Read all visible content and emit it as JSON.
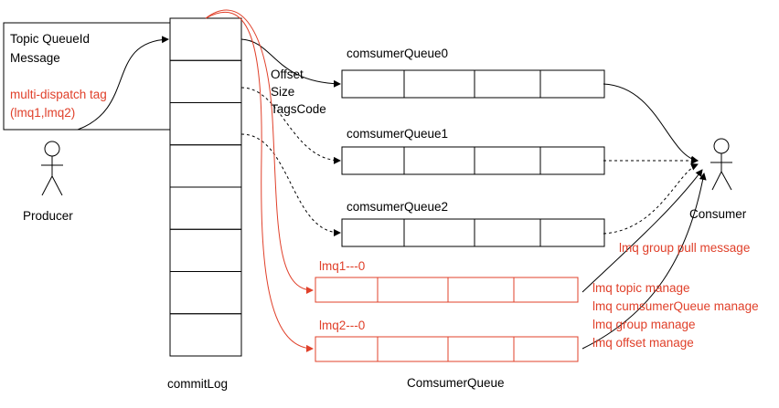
{
  "producer": {
    "label": "Producer",
    "message_box": {
      "line1": "Topic QueueId",
      "line2": "Message",
      "tag_line1": "multi-dispatch tag",
      "tag_line2": "(lmq1,lmq2)"
    }
  },
  "commitlog": {
    "label": "commitLog",
    "cells": 8
  },
  "index_fields": [
    "Offset",
    "Size",
    "TagsCode"
  ],
  "queues": [
    {
      "name": "comsumerQueue0",
      "cells": 4,
      "kind": "normal"
    },
    {
      "name": "comsumerQueue1",
      "cells": 4,
      "kind": "normal"
    },
    {
      "name": "comsumerQueue2",
      "cells": 4,
      "kind": "normal"
    },
    {
      "name": "lmq1---0",
      "cells": 4,
      "kind": "lmq"
    },
    {
      "name": "lmq2---0",
      "cells": 4,
      "kind": "lmq"
    }
  ],
  "consumequeue_label": "ComsumerQueue",
  "consumer": {
    "label": "Consumer"
  },
  "lmq_notes": {
    "pull": "lmq group pull message",
    "manage": [
      "lmq topic manage",
      "lmq cumsumerQueue manage",
      "lmq group manage",
      "lmq offset manage"
    ]
  },
  "colors": {
    "lmq": "#e0402a",
    "line": "#000000",
    "background": "#ffffff"
  }
}
